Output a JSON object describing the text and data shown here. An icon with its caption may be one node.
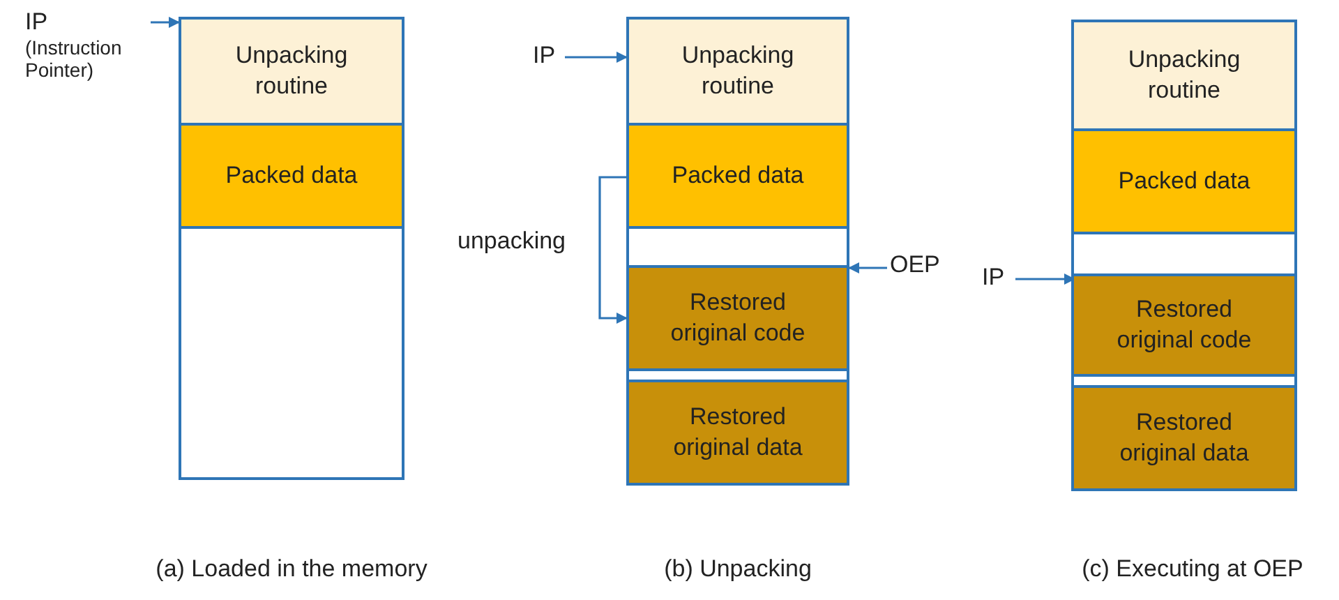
{
  "diagram": {
    "nodes": [
      {
        "text": [],
        "shape": "box"
      },
      {
        "text": [
          "Unpacking routine"
        ],
        "in": 0
      },
      {
        "text": [
          "Packed data"
        ],
        "in": 0
      },
      {
        "text": [
          "IP",
          "(Instruction Pointer)"
        ]
      },
      {
        "text": [],
        "shape": "box"
      },
      {
        "text": [
          "Unpacking routine"
        ],
        "in": 4
      },
      {
        "text": [
          "Packed data"
        ],
        "in": 4
      },
      {
        "text": [
          "Restored original code"
        ],
        "in": 4
      },
      {
        "text": [
          "Restored original data"
        ],
        "in": 4
      },
      {
        "text": [
          "IP"
        ]
      },
      {
        "text": [
          "OEP"
        ]
      },
      {
        "text": [],
        "shape": "box"
      },
      {
        "text": [
          "Unpacking routine"
        ],
        "in": 11
      },
      {
        "text": [
          "Packed data"
        ],
        "in": 11
      },
      {
        "text": [
          "Restored original code"
        ],
        "in": 11
      },
      {
        "text": [
          "Restored original data"
        ],
        "in": 11
      },
      {
        "text": [
          "IP"
        ]
      }
    ],
    "edges": [
      {
        "from": 3,
        "to": 1,
        "arrow": "to"
      },
      {
        "from": 9,
        "to": 5,
        "arrow": "to"
      },
      {
        "from": 6,
        "to": 7,
        "arrow": "to",
        "label": "unpacking"
      },
      {
        "from": 10,
        "to": 7,
        "arrow": "to"
      },
      {
        "from": 16,
        "to": 14,
        "arrow": "to"
      }
    ],
    "labels": [
      "(a) Loaded in the memory",
      "(b) Unpacking",
      "(c) Executing at OEP"
    ]
  }
}
